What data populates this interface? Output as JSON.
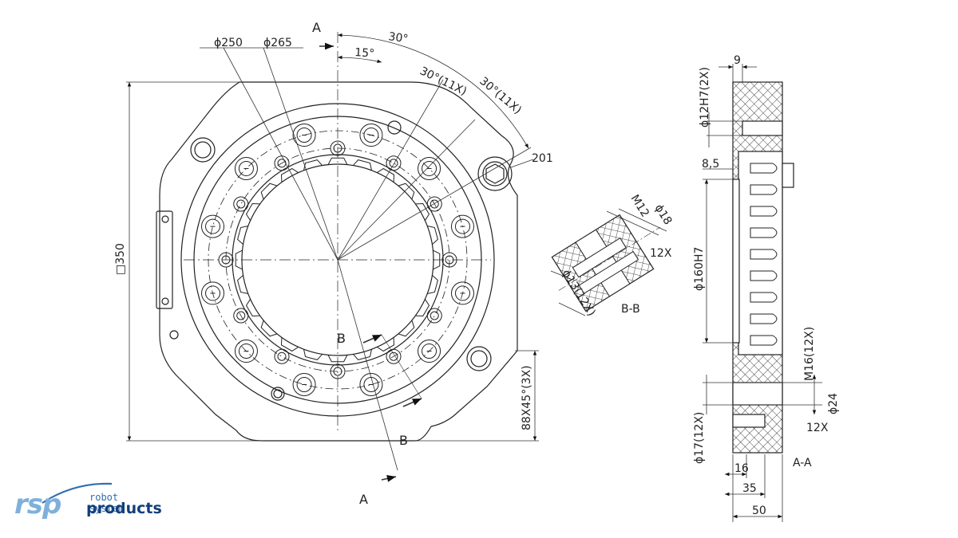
{
  "drawing": {
    "front_view": {
      "dimensions": {
        "d250": "ϕ250",
        "d265": "ϕ265",
        "angle_30": "30°",
        "angle_15": "15°",
        "angle_30_11x_a": "30°(11X)",
        "angle_30_11x_b": "30°(11X)",
        "d201": "201",
        "square_350": "□350",
        "chamfer": "88X45°(3X)"
      },
      "section_labels": {
        "a_top": "A",
        "a_bottom": "A",
        "b_top": "B",
        "b_bottom": "B"
      }
    },
    "section_bb": {
      "title": "B-B",
      "dimensions": {
        "thread": "M12",
        "d18": "ϕ18",
        "count_12x": "12X",
        "d13": "ϕ13(12X)"
      }
    },
    "section_aa": {
      "title": "A-A",
      "dimensions": {
        "d12h7": "ϕ12H7(2X)",
        "nine": "9",
        "eight_five": "8,5",
        "d160h7": "ϕ160H7",
        "m16": "M16(12X)",
        "d24": "ϕ24",
        "count_12x": "12X",
        "d17": "ϕ17(12X)",
        "sixteen": "16",
        "thirtyfive": "35",
        "fifty": "50"
      }
    }
  },
  "logo": {
    "mark": "rsp",
    "line1": "robot system",
    "line2": "products",
    "colors": {
      "light": "#7fb0dc",
      "mid": "#2f6fb0",
      "dark": "#123f7a"
    }
  }
}
